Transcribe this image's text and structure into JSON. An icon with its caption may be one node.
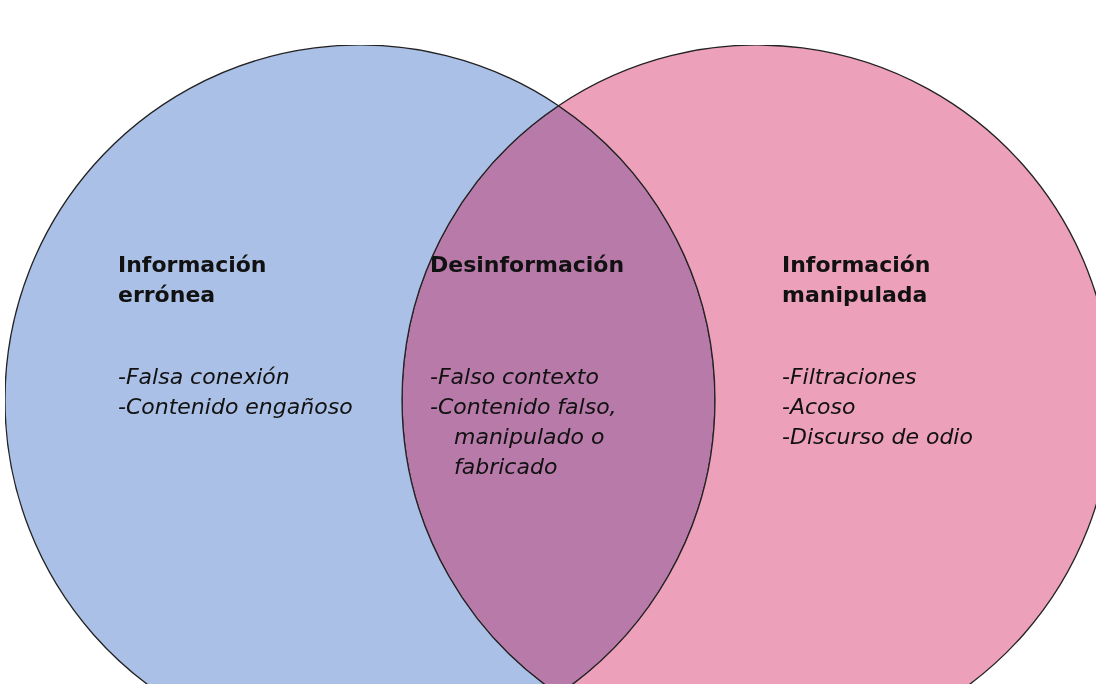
{
  "diagram": {
    "nodes": [
      {
        "text": [
          "Información errónea",
          "-Falsa conexión",
          "-Contenido engañoso"
        ]
      },
      {
        "text": [
          "Información manipulada",
          "-Filtraciones",
          "-Acoso",
          "-Discurso de odio"
        ]
      },
      {
        "text": [
          "Desinformación",
          "-Falso contexto",
          "-Contenido falso, manipulado o fabricado"
        ]
      }
    ]
  }
}
